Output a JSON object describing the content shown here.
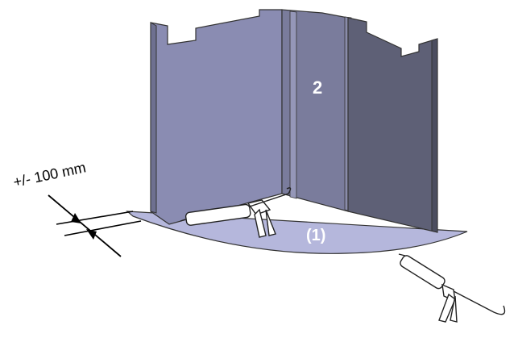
{
  "labels": {
    "panel": "2",
    "base": "(1)",
    "dimension": "+/- 100 mm"
  },
  "colors": {
    "base_plate": "#b5b7dc",
    "panel_left": "#8a8cb2",
    "panel_mid": "#7a7c9c",
    "panel_right": "#5e6076",
    "outline": "#333333",
    "label_text": "#ffffff",
    "dimension_text": "#000000"
  },
  "icons": {
    "caulking_gun": "caulking-gun-icon"
  }
}
